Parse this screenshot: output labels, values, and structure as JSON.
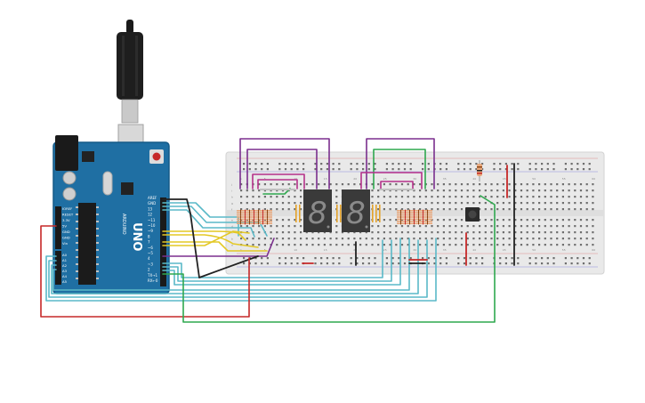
{
  "board": {
    "logo_text": "UNO",
    "brand_text": "ARDUINO",
    "digital_label": "DIGITAL (PWM~)",
    "power_labels": [
      "IOREF",
      "RESET",
      "3.3V",
      "5V",
      "GND",
      "GND",
      "Vin"
    ],
    "analog_labels": [
      "A0",
      "A1",
      "A2",
      "A3",
      "A4",
      "A5"
    ],
    "digital_pin_labels": [
      "AREF",
      "GND",
      "13",
      "12",
      "~11",
      "~10",
      "~9",
      "8",
      "7",
      "~6",
      "~5",
      "4",
      "~3",
      "2",
      "TX→1",
      "RX←0"
    ]
  },
  "breadboard": {
    "column_marks": [
      "1",
      "5",
      "10",
      "15",
      "20",
      "25",
      "30",
      "35",
      "40",
      "45",
      "50",
      "55",
      "60"
    ],
    "row_letters": [
      "a",
      "b",
      "c",
      "d",
      "e",
      "f",
      "g",
      "h",
      "i",
      "j"
    ]
  },
  "displays": [
    {
      "digit": "8"
    },
    {
      "digit": "8"
    }
  ],
  "colors": {
    "board": "#1f6fa3",
    "breadboard": "#e9e9e9",
    "wire_purple": "#7b2f8e",
    "wire_magenta": "#b5318a",
    "wire_green": "#2fa84f",
    "wire_yellow": "#e3c825",
    "wire_cyan": "#5ab9c8",
    "wire_red": "#c62828",
    "wire_black": "#222222",
    "resistor": "#e8a87c"
  },
  "icons": {
    "usb": "usb-cable-icon",
    "button": "push-button-icon"
  }
}
